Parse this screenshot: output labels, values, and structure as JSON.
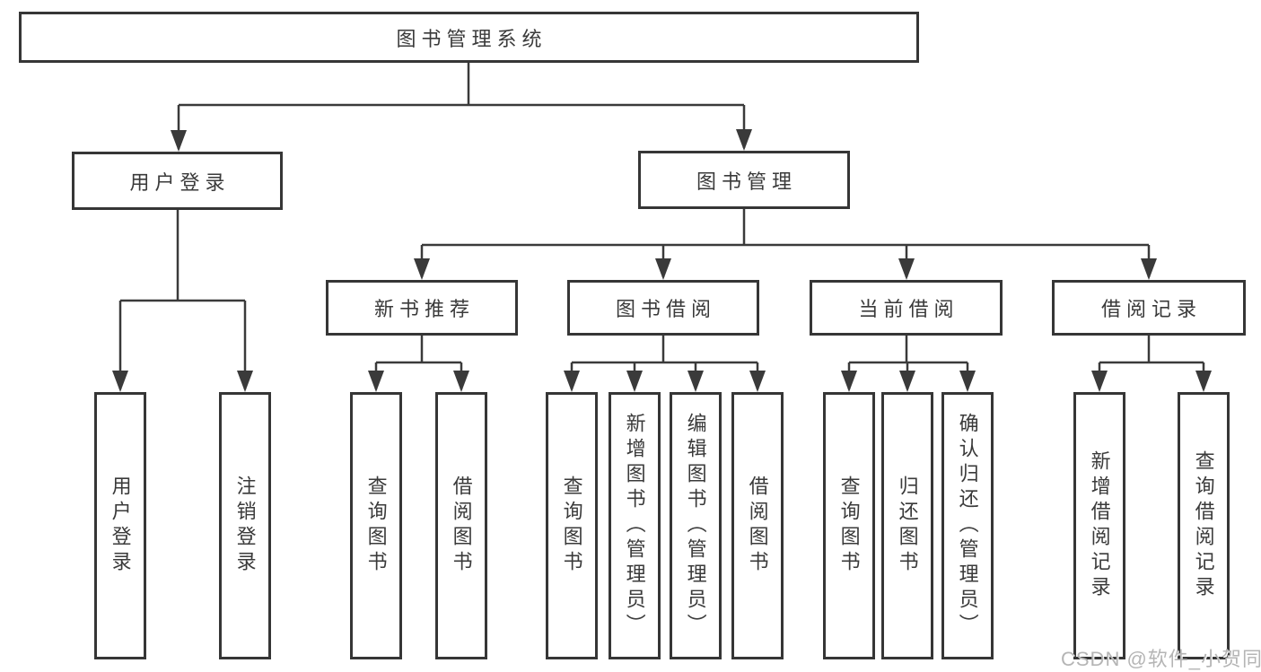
{
  "tree": {
    "label": "图书管理系统",
    "children": [
      {
        "label": "用户登录",
        "children": [
          {
            "label": "用户登录"
          },
          {
            "label": "注销登录"
          }
        ]
      },
      {
        "label": "图书管理",
        "children": [
          {
            "label": "新书推荐",
            "children": [
              {
                "label": "查询图书"
              },
              {
                "label": "借阅图书"
              }
            ]
          },
          {
            "label": "图书借阅",
            "children": [
              {
                "label": "查询图书"
              },
              {
                "label": "新增图书（管理员）"
              },
              {
                "label": "编辑图书（管理员）"
              },
              {
                "label": "借阅图书"
              }
            ]
          },
          {
            "label": "当前借阅",
            "children": [
              {
                "label": "查询图书"
              },
              {
                "label": "归还图书"
              },
              {
                "label": "确认归还（管理员）"
              }
            ]
          },
          {
            "label": "借阅记录",
            "children": [
              {
                "label": "新增借阅记录"
              },
              {
                "label": "查询借阅记录"
              }
            ]
          }
        ]
      }
    ]
  },
  "watermark": "CSDN @软件_小贺同学",
  "colors": {
    "line": "#3a3a3a",
    "box_border": "#363636",
    "text": "#3a3a3a",
    "watermark": "#b5b5b5",
    "background": "#ffffff"
  }
}
